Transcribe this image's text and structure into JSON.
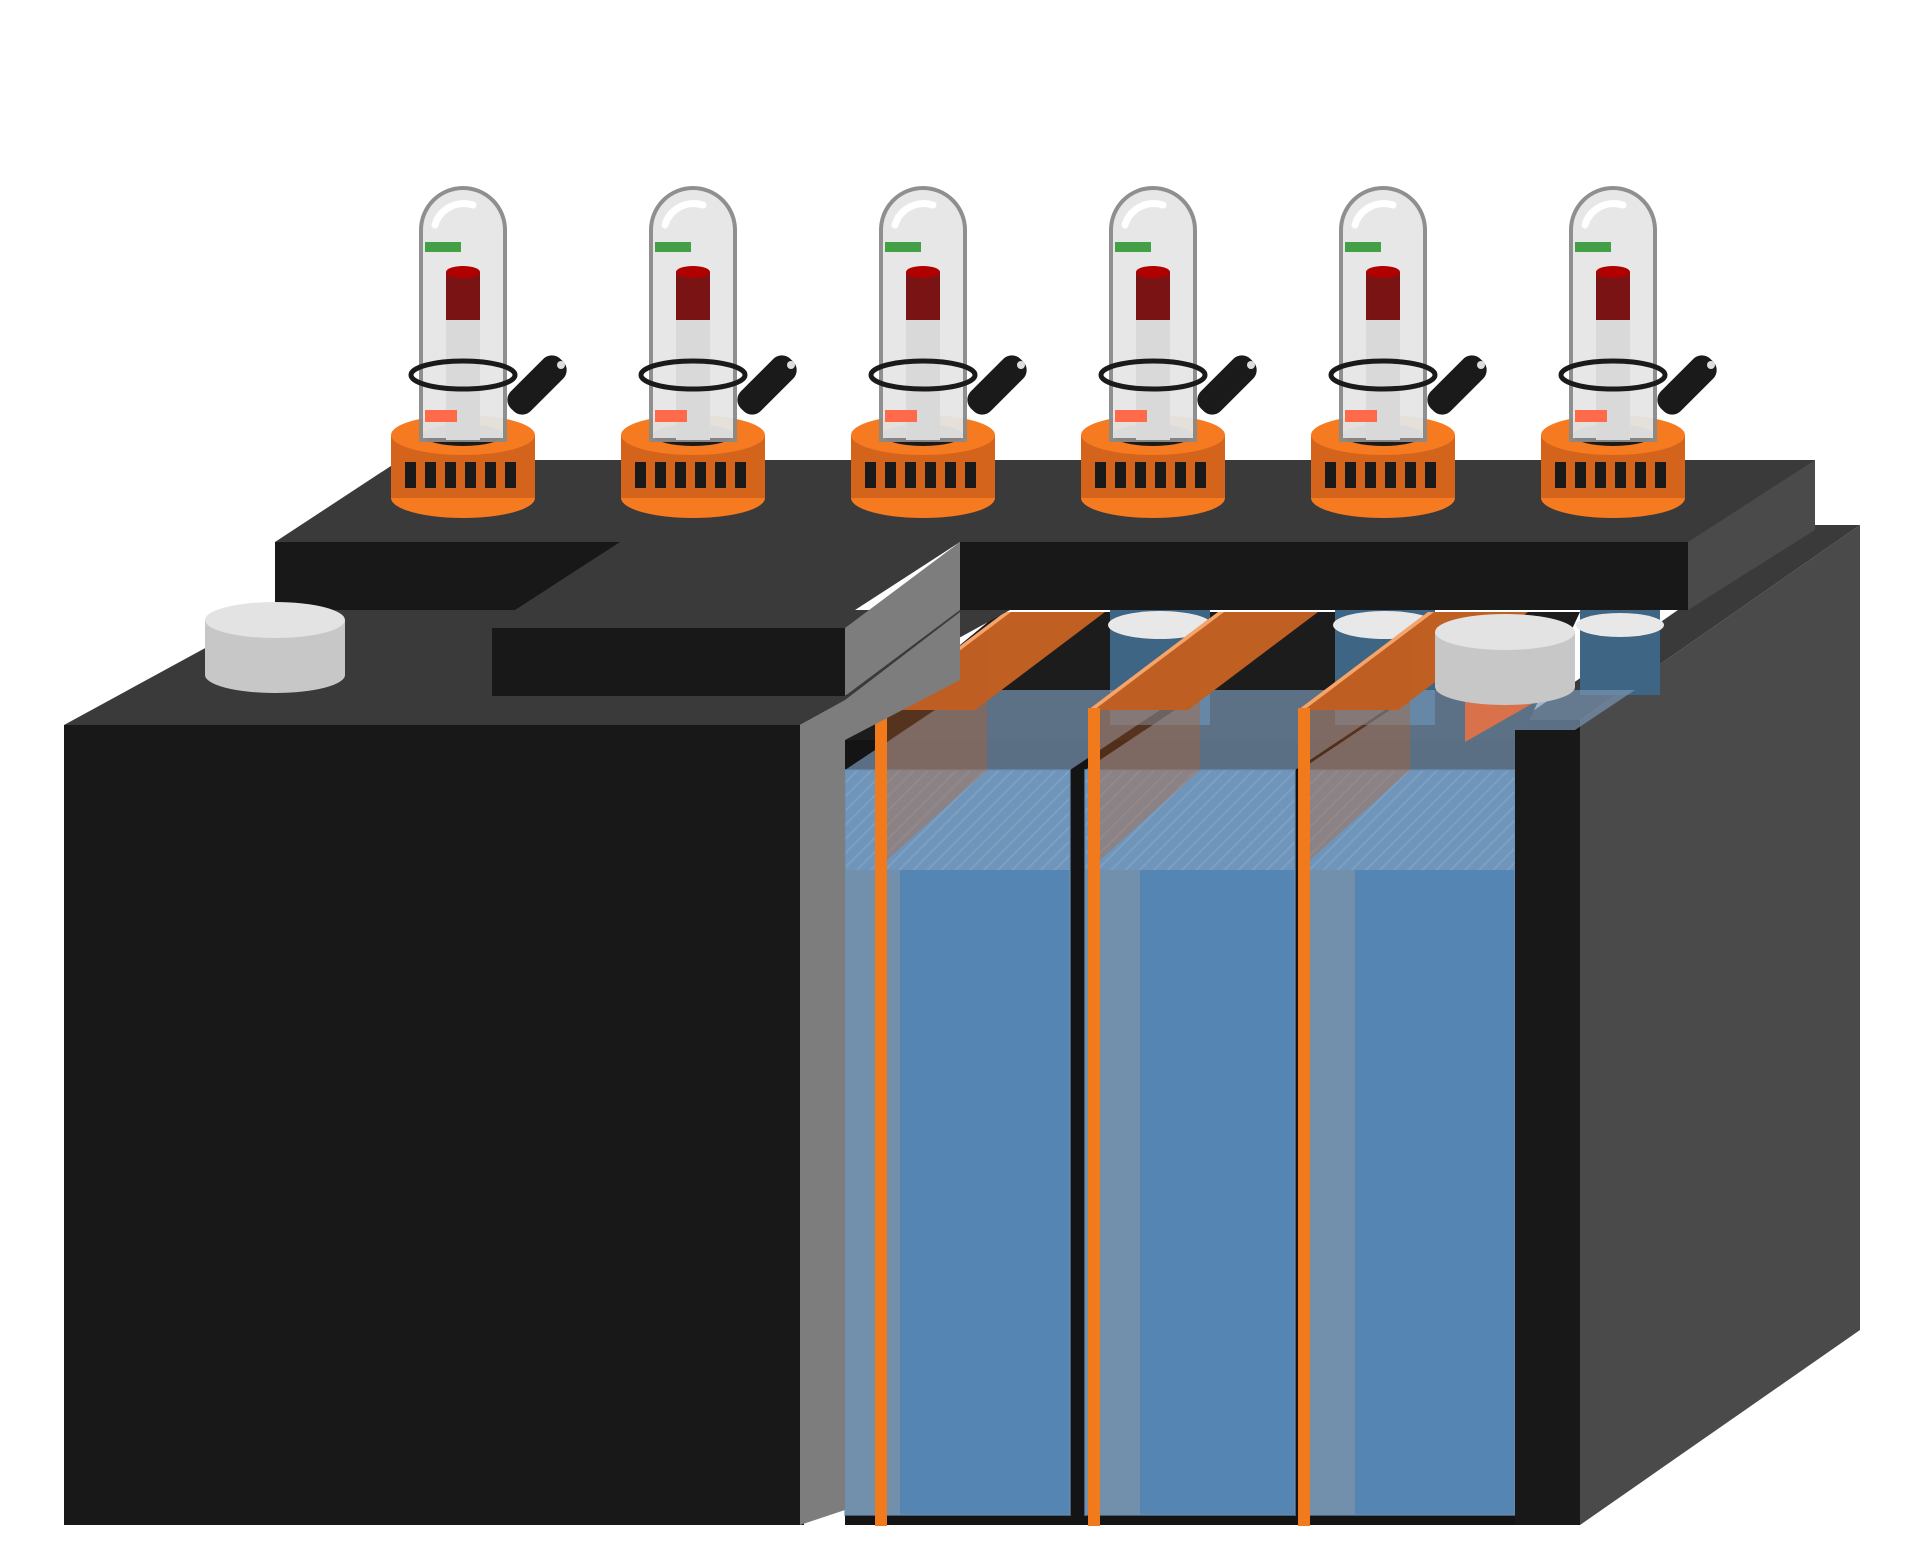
{
  "scene": {
    "subject": "battery-cutaway",
    "colors": {
      "background": "#ffffff",
      "housing_front": "#181818",
      "housing_top": "#3a3a3a",
      "housing_side": "#4a4a4a",
      "housing_edge": "#7d7d7d",
      "electrolyte": "#5585b3",
      "electrolyte_top": "#7796b4",
      "separator_orange": "#f07a1c",
      "separator_dark": "#bf5f22",
      "cap_grey": "#c7c7c7",
      "cap_top": "#e3e3e3",
      "tube_glass": "#e6e6e6",
      "tube_outline": "#8a8a8a",
      "tube_green_mark": "#43a047",
      "tube_red_cap": "#7a1414",
      "tube_red_mark": "#ff6b4a",
      "terminal_orange": "#f57a20",
      "terminal_orange_dark": "#d4641c",
      "lever_black": "#1a1a1a"
    },
    "terminals": [
      {
        "id": "terminal-1",
        "icon": "indicator-tube-icon"
      },
      {
        "id": "terminal-2",
        "icon": "indicator-tube-icon"
      },
      {
        "id": "terminal-3",
        "icon": "indicator-tube-icon"
      },
      {
        "id": "terminal-4",
        "icon": "indicator-tube-icon"
      },
      {
        "id": "terminal-5",
        "icon": "indicator-tube-icon"
      },
      {
        "id": "terminal-6",
        "icon": "indicator-tube-icon"
      }
    ],
    "separator_plates": 3,
    "electrolyte_chambers": 3,
    "fill_caps": 2
  }
}
